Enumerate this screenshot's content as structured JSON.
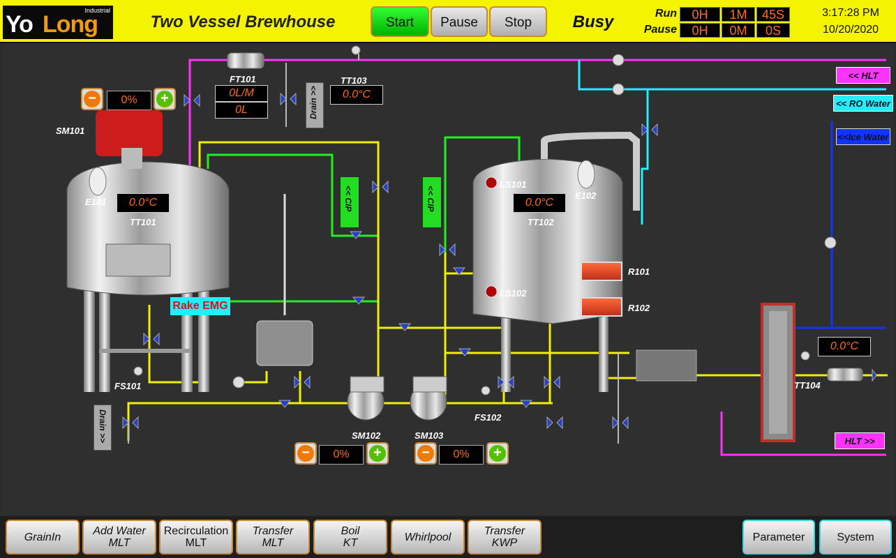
{
  "header": {
    "logo_main_1": "Yo",
    "logo_main_2": "Long",
    "logo_sub": "Industrial",
    "title": "Two Vessel Brewhouse",
    "start_label": "Start",
    "pause_label": "Pause",
    "stop_label": "Stop",
    "status": "Busy",
    "timers": {
      "run_label": "Run",
      "pause_label": "Pause",
      "run": [
        "0H",
        "1M",
        "45S"
      ],
      "pause": [
        "0H",
        "0M",
        "0S"
      ]
    },
    "time": "3:17:28 PM",
    "date": "10/20/2020"
  },
  "process": {
    "tags": {
      "sm101": "SM101",
      "ft101": "FT101",
      "tt103": "TT103",
      "e101": "E101",
      "tt101": "TT101",
      "fs101": "FS101",
      "ls101": "LS101",
      "ls102": "LS102",
      "e102": "E102",
      "tt102": "TT102",
      "r101": "R101",
      "r102": "R102",
      "sm102": "SM102",
      "sm103": "SM103",
      "fs102": "FS102",
      "tt104": "TT104"
    },
    "values": {
      "sm101_speed": "0%",
      "ft101_flow": "0L/M",
      "ft101_total": "0L",
      "tt103_temp": "0.0°C",
      "tt101_temp": "0.0°C",
      "tt102_temp": "0.0°C",
      "tt104_temp": "0.0°C",
      "sm102_speed": "0%",
      "sm103_speed": "0%"
    },
    "buttons": {
      "drain_top": "Drain >>",
      "drain_bottom": "Drain >>",
      "cip_1": "<< CIP",
      "cip_2": "<< CIP",
      "rake_emg": "Rake EMG",
      "hlt_in": "<< HLT",
      "ro_water": "<< RO Water",
      "ice_water": "<<Ice Water",
      "hlt_out": "HLT >>"
    },
    "colors": {
      "hot_pipe": "#ff33ff",
      "ro_pipe": "#22eeff",
      "ice_pipe": "#1133ff",
      "wort_pipe": "#f0f000",
      "cip_pipe": "#22ee22"
    }
  },
  "footer": {
    "steps": [
      "GrainIn",
      "Add Water\nMLT",
      "Recirculation\nMLT",
      "Transfer\nMLT",
      "Boil\nKT",
      "Whirlpool",
      "Transfer\nKWP"
    ],
    "parameter": "Parameter",
    "system": "System"
  }
}
